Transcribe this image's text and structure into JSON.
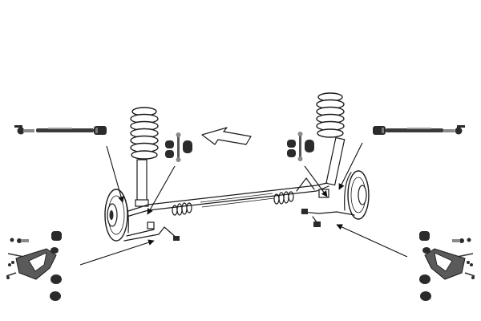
{
  "diagram": {
    "type": "exploded-parts-diagram",
    "subject": "front-suspension-and-steering-kit",
    "colors": {
      "background": "#ffffff",
      "line": "#1a1a1a",
      "part_dark": "#2b2b2b",
      "part_mid": "#8a8a8a",
      "part_light": "#d9d9d9"
    },
    "parts": [
      {
        "name": "tie-rod-left"
      },
      {
        "name": "tie-rod-right"
      },
      {
        "name": "coil-spring-strut-left"
      },
      {
        "name": "coil-spring-strut-right"
      },
      {
        "name": "stabilizer-link-bushings-left"
      },
      {
        "name": "stabilizer-link-bushings-right"
      },
      {
        "name": "control-arm-kit-left"
      },
      {
        "name": "control-arm-kit-right"
      },
      {
        "name": "steering-rack"
      },
      {
        "name": "wheel-hub-left"
      },
      {
        "name": "wheel-hub-right"
      }
    ],
    "direction_icon": "forward-arrow-icon"
  }
}
